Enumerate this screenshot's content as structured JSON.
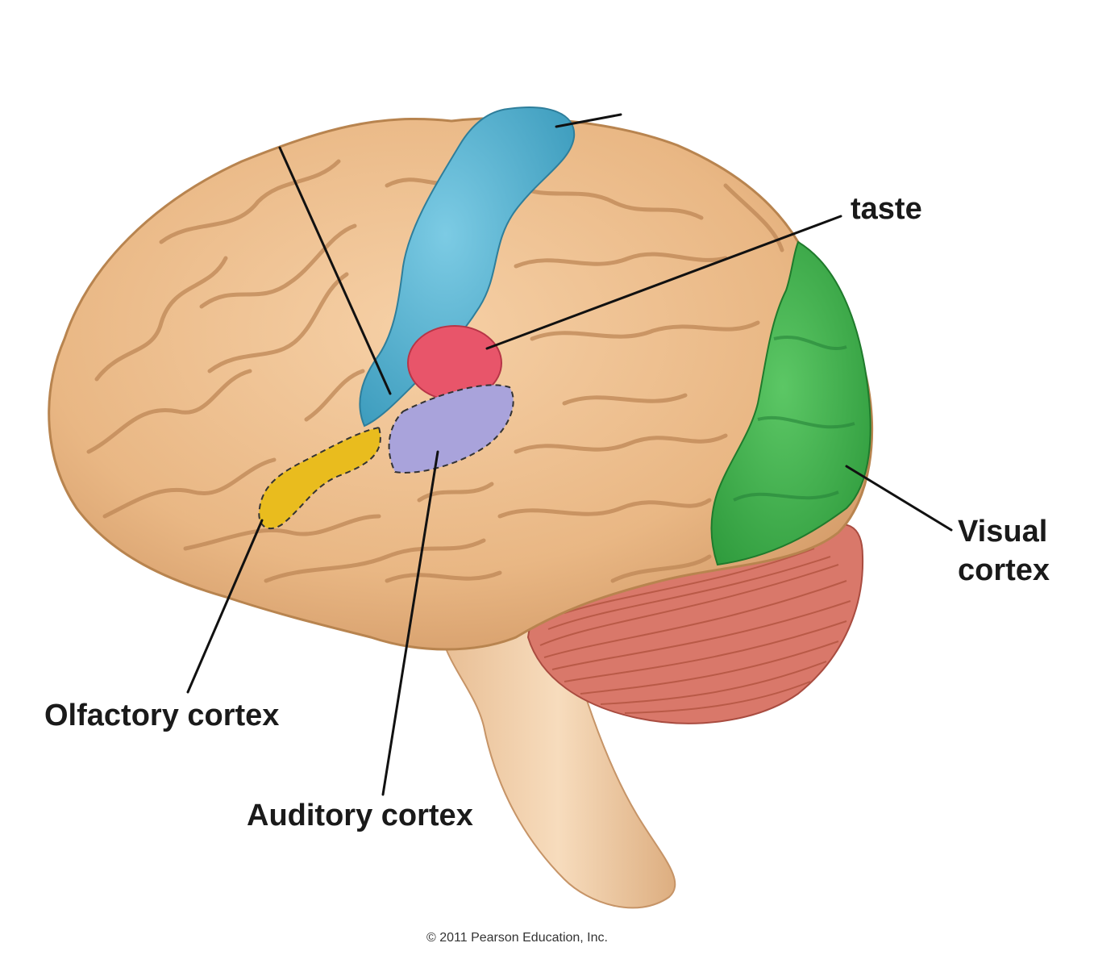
{
  "labels": {
    "taste": "taste",
    "visual_line1": "Visual",
    "visual_line2": "cortex",
    "olfactory": "Olfactory cortex",
    "auditory": "Auditory cortex"
  },
  "copyright": "© 2011 Pearson Education, Inc.",
  "colors": {
    "brain": "#EDBE8E",
    "brain_shadow": "#C98F5E",
    "gyri_line": "#B98459",
    "somatosensory_blue": "#5DB3CF",
    "taste_red": "#E8556A",
    "auditory_purple": "#A9A3DB",
    "olfactory_yellow": "#E9BC1E",
    "visual_green": "#3FAE4A",
    "cerebellum": "#D9786A",
    "brainstem": "#F3D2AE",
    "leader_line": "#111111"
  }
}
